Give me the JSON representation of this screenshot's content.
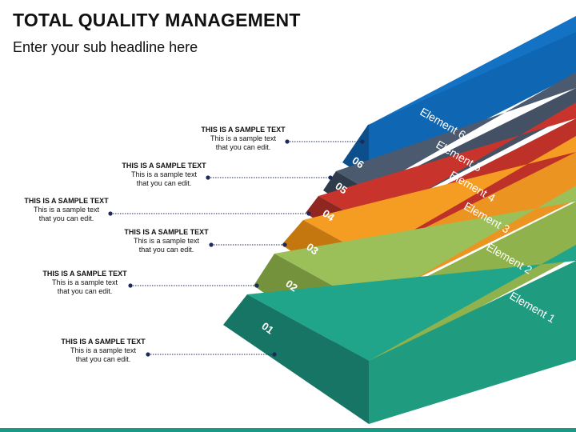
{
  "title": "TOTAL QUALITY MANAGEMENT",
  "subtitle": "Enter your sub headline here",
  "steps": [
    {
      "number": "01",
      "element": "Element 1",
      "callout_title": "THIS IS A SAMPLE TEXT",
      "callout_body": "This is a sample text\nthat you can edit.",
      "colors": {
        "top": "#20a58a",
        "front": "#167564",
        "side": "#1f9b80"
      }
    },
    {
      "number": "02",
      "element": "Element 2",
      "callout_title": "THIS IS A SAMPLE TEXT",
      "callout_body": "This is a sample text\nthat you can edit.",
      "colors": {
        "top": "#9bbf59",
        "front": "#74923c",
        "side": "#8fb24d"
      }
    },
    {
      "number": "03",
      "element": "Element 3",
      "callout_title": "THIS IS A SAMPLE TEXT",
      "callout_body": "This is a sample text\nthat you can edit.",
      "colors": {
        "top": "#f59d23",
        "front": "#c4770e",
        "side": "#ec9421"
      }
    },
    {
      "number": "04",
      "element": "Element 4",
      "callout_title": "THIS IS A SAMPLE TEXT",
      "callout_body": "This is a sample text\nthat you can edit.",
      "colors": {
        "top": "#c8342c",
        "front": "#8f2620",
        "side": "#bd3129"
      }
    },
    {
      "number": "05",
      "element": "Element 5",
      "callout_title": "THIS IS A SAMPLE TEXT",
      "callout_body": "This is a sample text\nthat you can edit.",
      "colors": {
        "top": "#4b5a6e",
        "front": "#2f3b4b",
        "side": "#445165"
      }
    },
    {
      "number": "06",
      "element": "Element 6",
      "callout_title": "THIS IS A SAMPLE TEXT",
      "callout_body": "This is a sample text\nthat you can edit.",
      "colors": {
        "top": "#1472c4",
        "front": "#0d4e8c",
        "side": "#0f66b3"
      }
    }
  ],
  "connector_color": "#1b2a5a",
  "accent_bar_color": "#1a9a82"
}
